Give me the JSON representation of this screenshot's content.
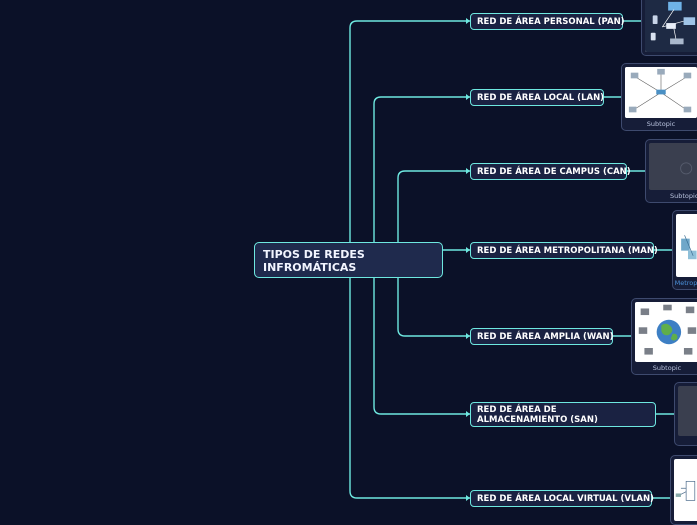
{
  "root": {
    "title": "TIPOS DE REDES INFROMÁTICAS"
  },
  "branches": [
    {
      "label": "RED DE ÁREA PERSONAL (PAN)",
      "card_caption": ""
    },
    {
      "label": "RED DE ÁREA LOCAL (LAN)",
      "card_caption": "Subtopic"
    },
    {
      "label": "RED DE ÁREA DE CAMPUS (CAN)",
      "card_caption": "Subtopic"
    },
    {
      "label": "RED DE ÁREA METROPOLITANA (MAN)",
      "card_caption": "Metrope"
    },
    {
      "label": "RED DE ÁREA AMPLIA (WAN)",
      "card_caption": "Subtopic"
    },
    {
      "label": "RED DE ÁREA DE ALMACENAMIENTO (SAN)",
      "card_caption": ""
    },
    {
      "label": "RED DE ÁREA LOCAL VIRTUAL (VLAN)",
      "card_caption": ""
    }
  ],
  "colors": {
    "background": "#0b1128",
    "connector": "#6ee8e0",
    "node_fill": "#1a2242"
  }
}
